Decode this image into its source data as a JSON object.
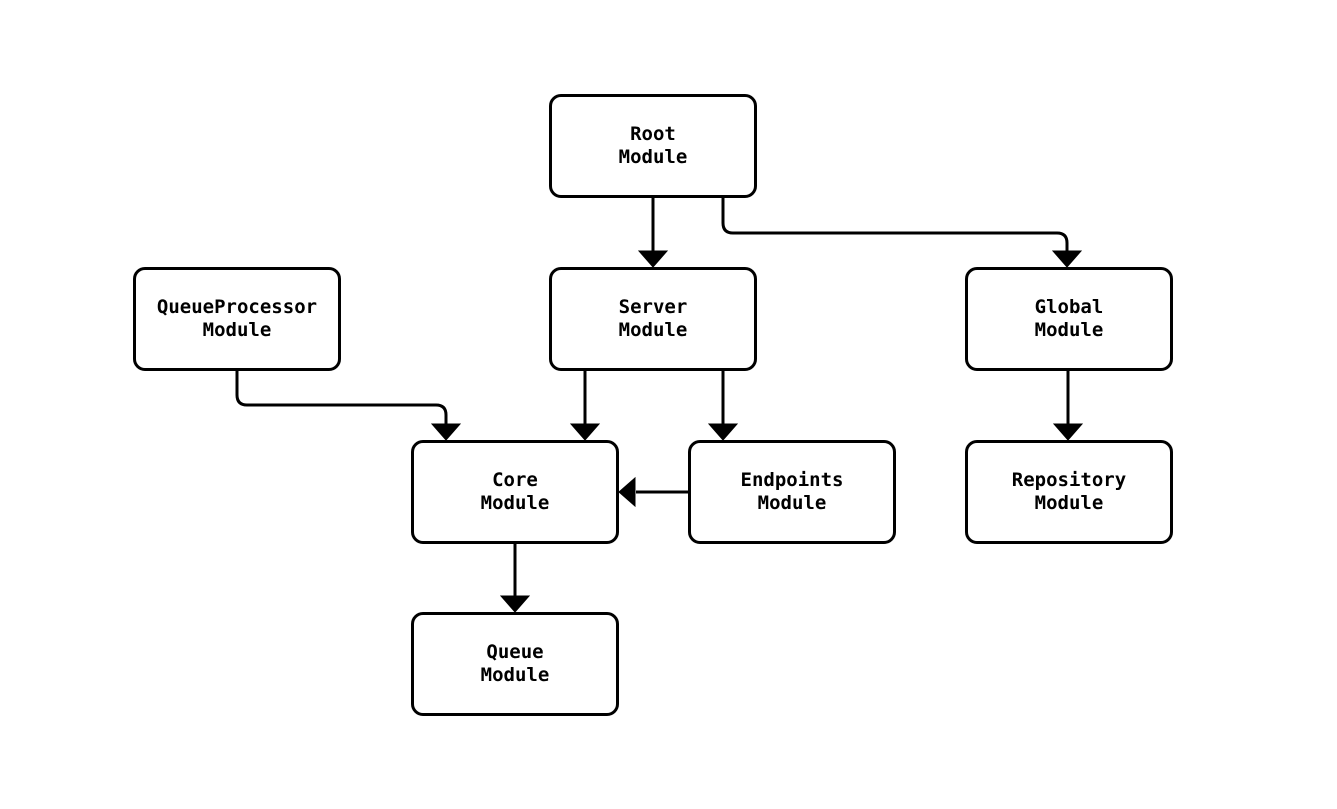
{
  "diagram": {
    "type": "module-dependency-graph",
    "background_color": "#ffffff",
    "stroke_color": "#000000",
    "nodes": [
      {
        "id": "root",
        "line1": "Root",
        "line2": "Module"
      },
      {
        "id": "queueprocessor",
        "line1": "QueueProcessor",
        "line2": "Module"
      },
      {
        "id": "server",
        "line1": "Server",
        "line2": "Module"
      },
      {
        "id": "global",
        "line1": "Global",
        "line2": "Module"
      },
      {
        "id": "core",
        "line1": "Core",
        "line2": "Module"
      },
      {
        "id": "endpoints",
        "line1": "Endpoints",
        "line2": "Module"
      },
      {
        "id": "repository",
        "line1": "Repository",
        "line2": "Module"
      },
      {
        "id": "queue",
        "line1": "Queue",
        "line2": "Module"
      }
    ],
    "edges": [
      {
        "from": "Root Module",
        "to": "Server Module"
      },
      {
        "from": "Root Module",
        "to": "Global Module"
      },
      {
        "from": "QueueProcessor Module",
        "to": "Core Module"
      },
      {
        "from": "Server Module",
        "to": "Core Module"
      },
      {
        "from": "Server Module",
        "to": "Endpoints Module"
      },
      {
        "from": "Endpoints Module",
        "to": "Core Module"
      },
      {
        "from": "Global Module",
        "to": "Repository Module"
      },
      {
        "from": "Core Module",
        "to": "Queue Module"
      }
    ]
  }
}
